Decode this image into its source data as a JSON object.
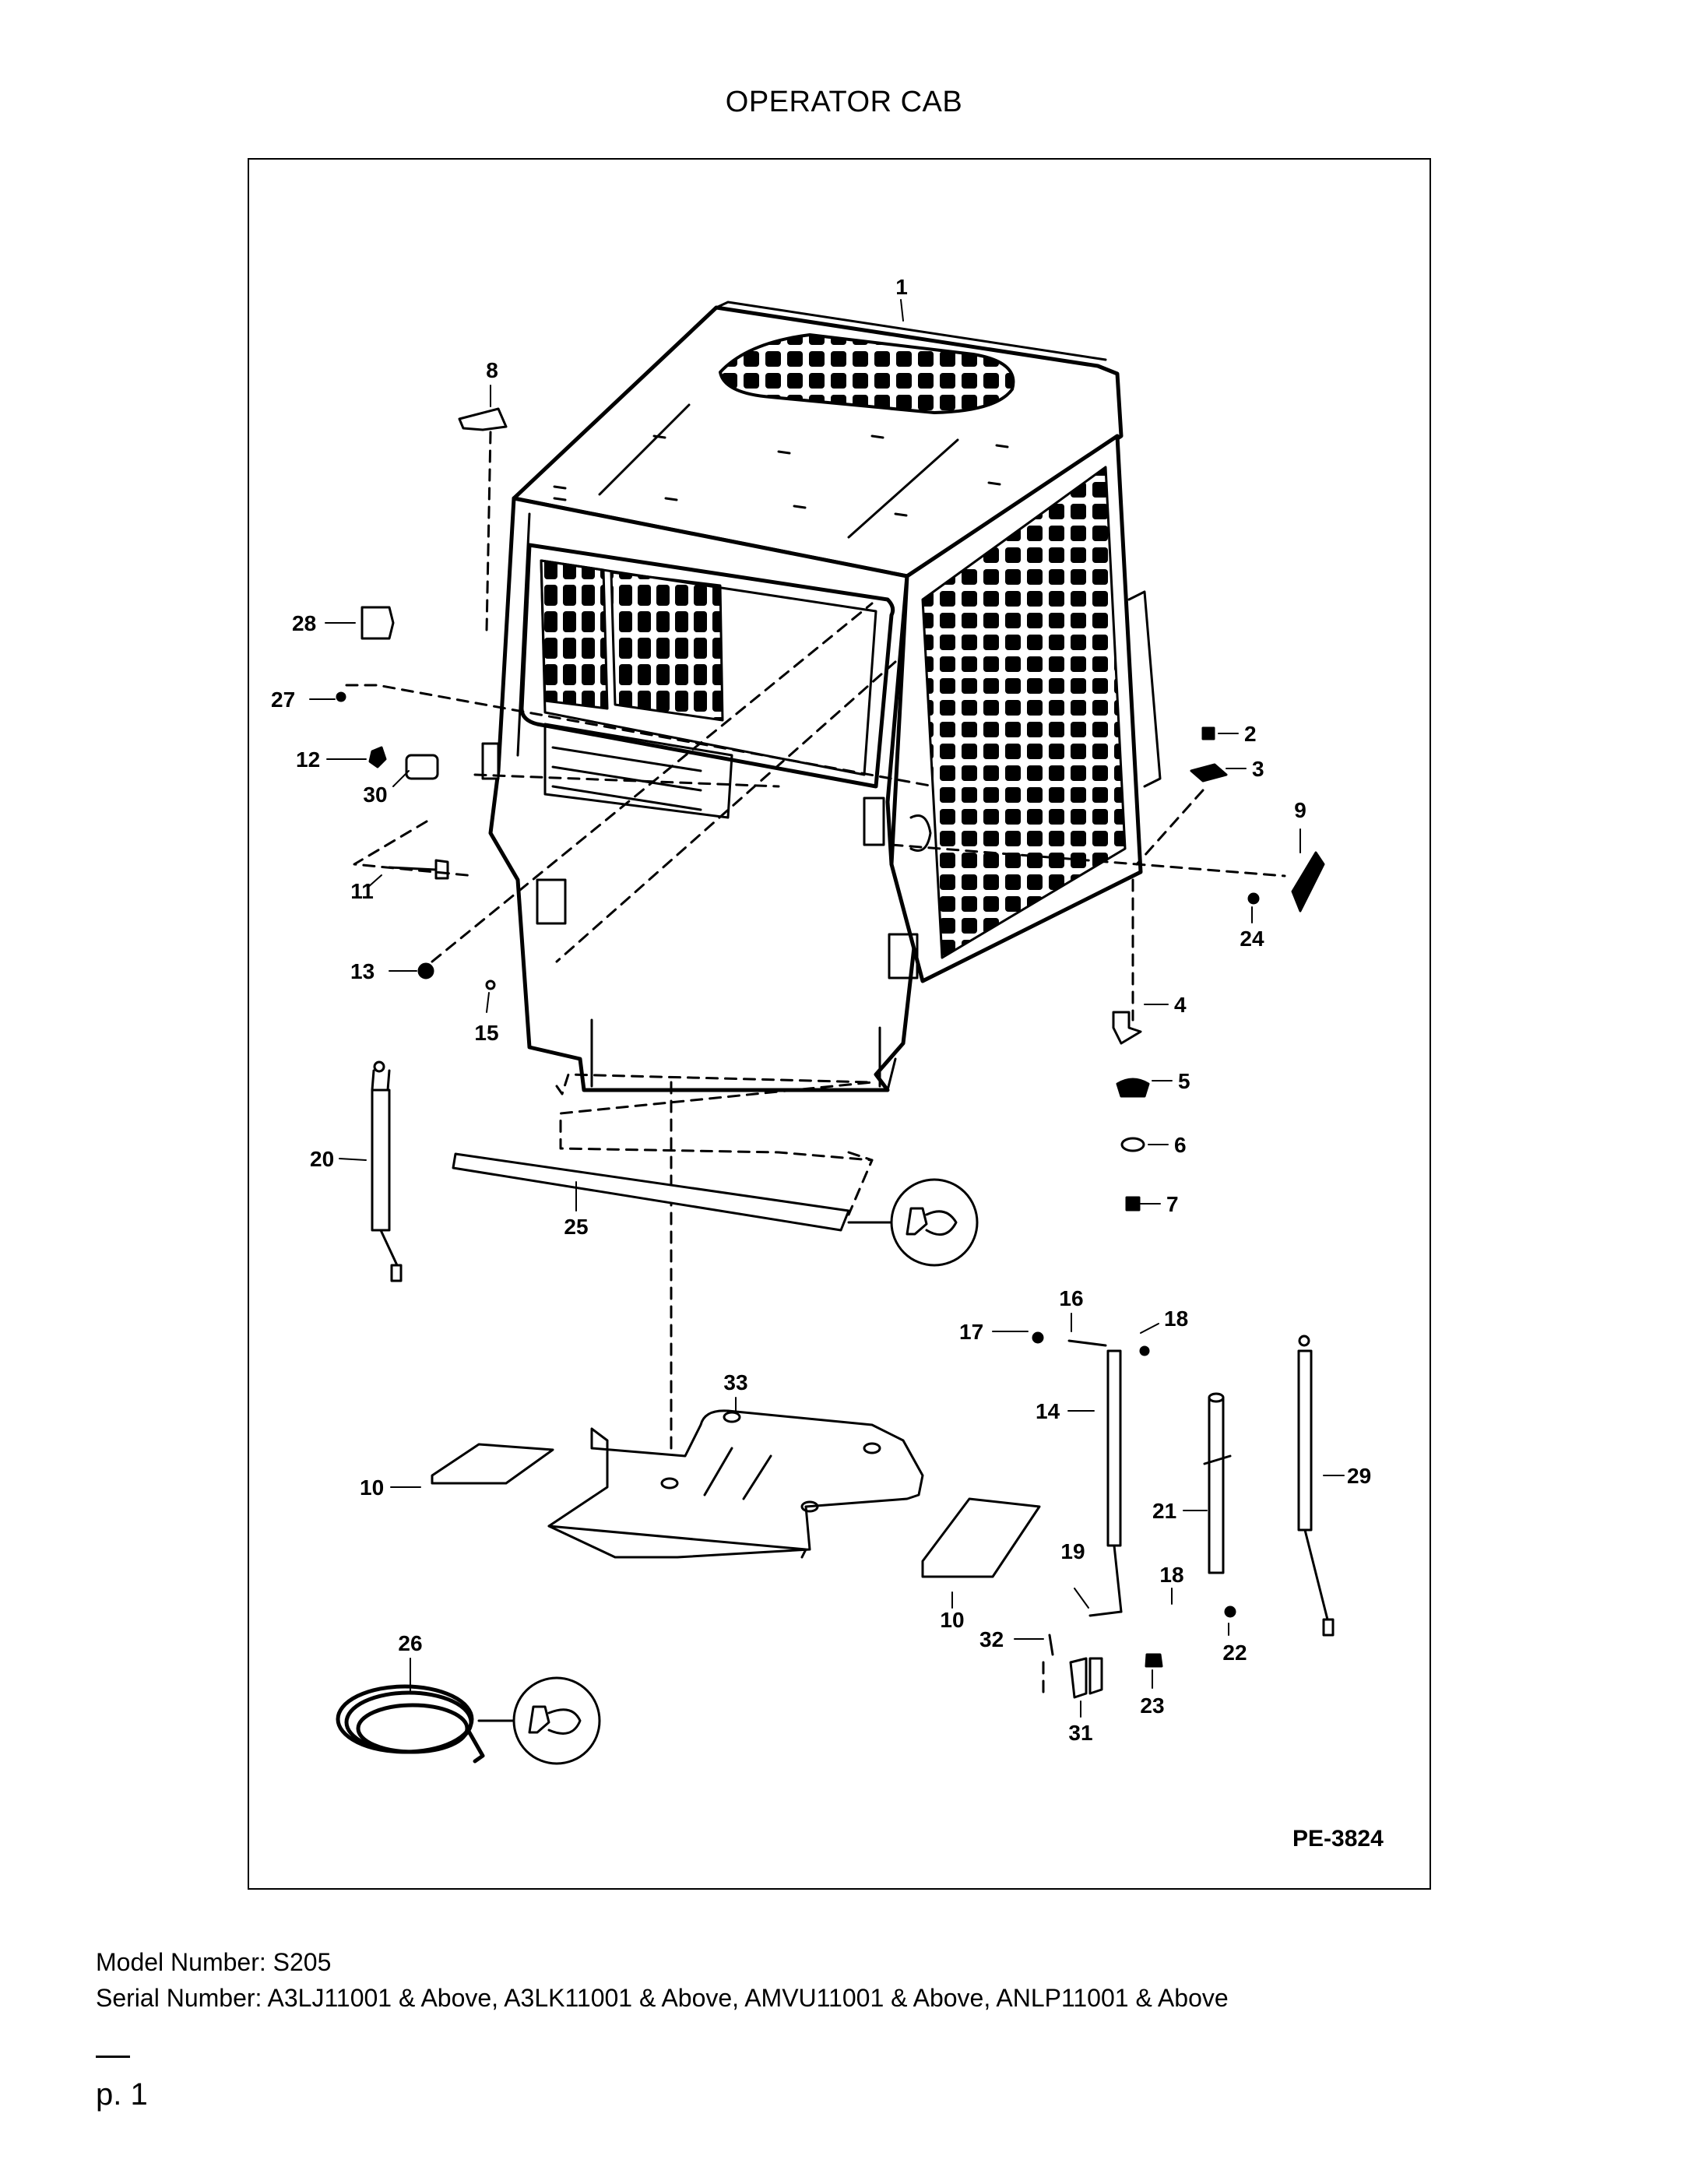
{
  "title": "OPERATOR CAB",
  "figure_ref": "PE-3824",
  "callouts": [
    "1",
    "2",
    "3",
    "4",
    "5",
    "6",
    "7",
    "8",
    "9",
    "10",
    "10",
    "11",
    "12",
    "13",
    "14",
    "15",
    "16",
    "17",
    "18",
    "18",
    "19",
    "20",
    "21",
    "22",
    "23",
    "24",
    "25",
    "26",
    "27",
    "28",
    "29",
    "30",
    "31",
    "32",
    "33"
  ],
  "model_line": "Model Number: S205",
  "serial_line": "Serial Number: A3LJ11001 & Above, A3LK11001 & Above, AMVU11001 & Above, ANLP11001 & Above",
  "page_label": "p. 1"
}
